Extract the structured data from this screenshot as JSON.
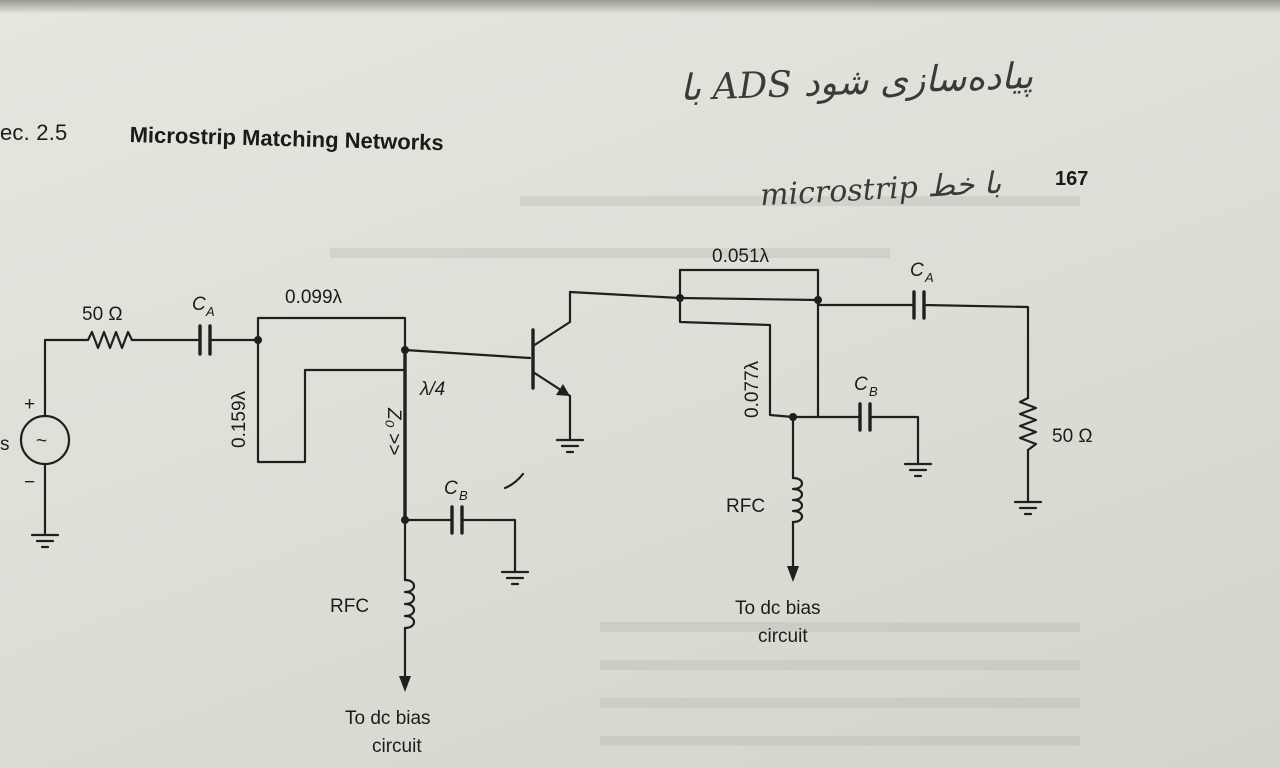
{
  "header": {
    "section_label": "ec. 2.5",
    "section_title": "Microstrip Matching Networks",
    "page_number": "167"
  },
  "handwriting": {
    "line1": "پیاده‌سازی شود ADS با",
    "line2": "microstrip با خط"
  },
  "circuit": {
    "source_resistor": "50 Ω",
    "source_plus": "+",
    "source_minus": "−",
    "source_label": "s",
    "source_symbol": "~",
    "cap_a_left": "C",
    "cap_a_left_sub": "A",
    "cap_a_right": "C",
    "cap_a_right_sub": "A",
    "cap_b_left": "C",
    "cap_b_left_sub": "B",
    "cap_b_right": "C",
    "cap_b_right_sub": "B",
    "input_series_line": "0.099λ",
    "input_stub": "0.159λ",
    "quarter_wave": "λ/4",
    "zo_label": "Z₀ >>",
    "rfc_left": "RFC",
    "rfc_right": "RFC",
    "bias_left_line1": "To dc bias",
    "bias_left_line2": "circuit",
    "bias_right_line1": "To dc bias",
    "bias_right_line2": "circuit",
    "output_series_line": "0.051λ",
    "output_stub": "0.077λ",
    "load_resistor": "50 Ω"
  }
}
